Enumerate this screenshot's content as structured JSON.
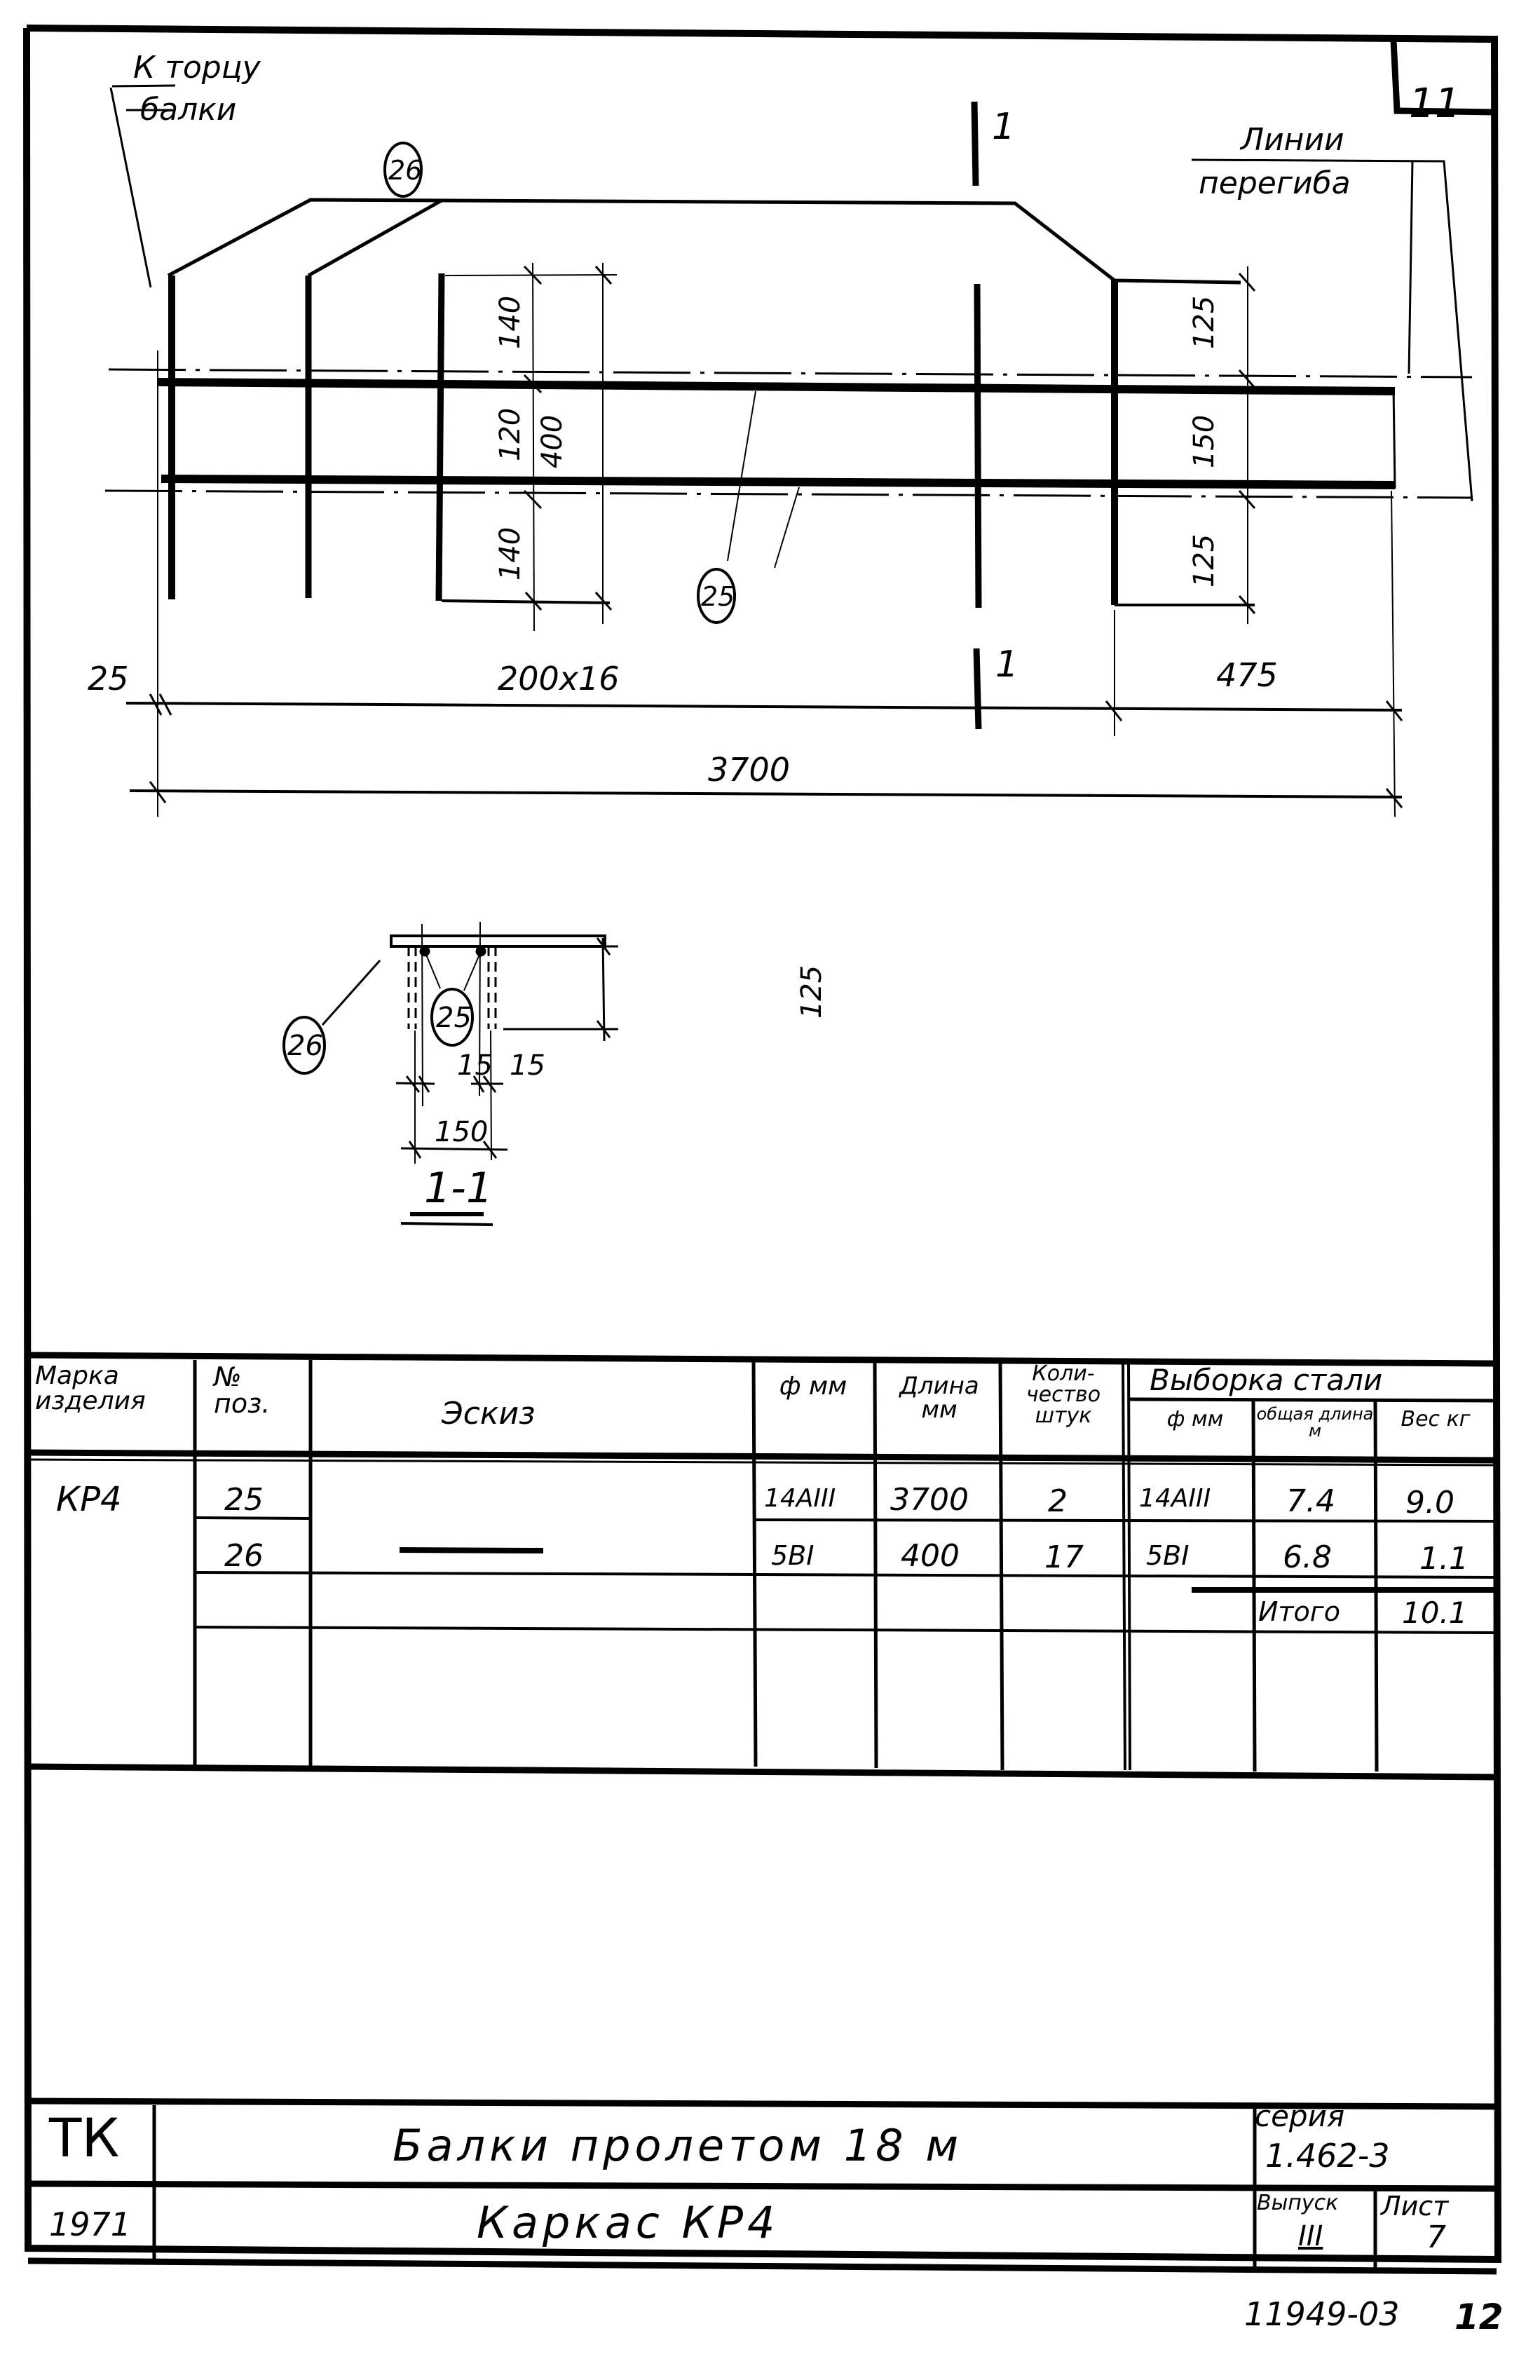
{
  "sheet_number_box": "11",
  "plan_view": {
    "label_beam_end_line1": "К торцу",
    "label_beam_end_line2": "балки",
    "label_bend_lines_line1": "Линии",
    "label_bend_lines_line2": "перегиба",
    "callout_26": "26",
    "callout_25": "25",
    "section_mark_top": "1",
    "section_mark_bottom": "1",
    "dims": {
      "dim_140_top": "140",
      "dim_120": "120",
      "dim_140_bottom": "140",
      "dim_400": "400",
      "dim_125_top": "125",
      "dim_150": "150",
      "dim_125_bottom": "125",
      "dim_25": "25",
      "dim_spacing": "200x16",
      "dim_475": "475",
      "dim_total": "3700"
    }
  },
  "section_view": {
    "title": "1-1",
    "callout_26": "26",
    "callout_25": "25",
    "dim_125": "125",
    "dim_15_left": "15",
    "dim_15_right": "15",
    "dim_150": "150"
  },
  "spec_table": {
    "headers": {
      "mark": "Марка изделия",
      "pos": "№ поз.",
      "sketch": "Эскиз",
      "diameter": "ф мм",
      "length": "Длина мм",
      "count": "Коли-чество штук",
      "steel_selection": "Выборка стали",
      "sel_diameter": "ф мм",
      "sel_total_length": "общая длина м",
      "sel_weight": "Вес кг"
    },
    "mark_value": "КР4",
    "rows": [
      {
        "pos": "25",
        "diameter": "14AIII",
        "length": "3700",
        "count": "2",
        "sel_diameter": "14AIII",
        "sel_total_length": "7.4",
        "sel_weight": "9.0"
      },
      {
        "pos": "26",
        "diameter": "5BI",
        "length": "400",
        "count": "17",
        "sel_diameter": "5BI",
        "sel_total_length": "6.8",
        "sel_weight": "1.1"
      }
    ],
    "total_label": "Итого",
    "total_value": "10.1"
  },
  "title_block": {
    "org": "ТК",
    "year": "1971",
    "title_line1": "Балки пролетом 18 м",
    "title_line2": "Каркас КР4",
    "series_label": "серия",
    "series_value": "1.462-3",
    "issue_label": "Выпуск",
    "issue_value": "III",
    "sheet_label": "Лист",
    "sheet_value": "7"
  },
  "footer": {
    "archive_number": "11949-03",
    "page_number": "12"
  }
}
